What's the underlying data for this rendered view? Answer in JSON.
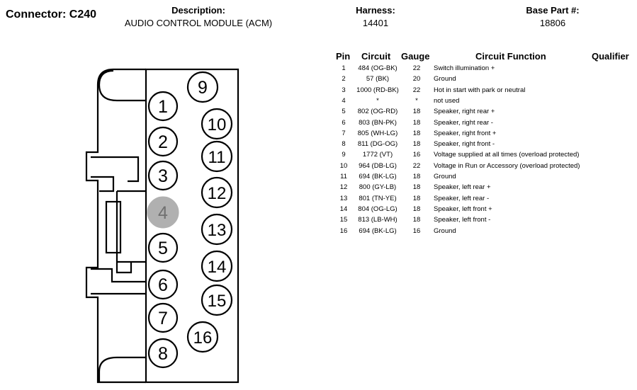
{
  "header": {
    "connector_label": "Connector: C240",
    "description_label": "Description:",
    "description_value": "AUDIO CONTROL MODULE (ACM)",
    "harness_label": "Harness:",
    "harness_value": "14401",
    "base_part_label": "Base Part #:",
    "base_part_value": "18806"
  },
  "table": {
    "columns": {
      "pin": "Pin",
      "circuit": "Circuit",
      "gauge": "Gauge",
      "function": "Circuit Function",
      "qualifier": "Qualifier"
    },
    "rows": [
      {
        "pin": "1",
        "circuit": "484 (OG-BK)",
        "gauge": "22",
        "function": "Switch illumination +"
      },
      {
        "pin": "2",
        "circuit": "57 (BK)",
        "gauge": "20",
        "function": "Ground"
      },
      {
        "pin": "3",
        "circuit": "1000 (RD-BK)",
        "gauge": "22",
        "function": "Hot in start with park or neutral"
      },
      {
        "pin": "4",
        "circuit": "*",
        "gauge": "*",
        "function": "not used"
      },
      {
        "pin": "5",
        "circuit": "802 (OG-RD)",
        "gauge": "18",
        "function": "Speaker, right rear +"
      },
      {
        "pin": "6",
        "circuit": "803 (BN-PK)",
        "gauge": "18",
        "function": "Speaker, right rear -"
      },
      {
        "pin": "7",
        "circuit": "805 (WH-LG)",
        "gauge": "18",
        "function": "Speaker, right front +"
      },
      {
        "pin": "8",
        "circuit": "811 (DG-OG)",
        "gauge": "18",
        "function": "Speaker, right front -"
      },
      {
        "pin": "9",
        "circuit": "1772 (VT)",
        "gauge": "16",
        "function": "Voltage supplied at all times (overload protected)"
      },
      {
        "pin": "10",
        "circuit": "964 (DB-LG)",
        "gauge": "22",
        "function": "Voltage in Run or Accessory (overload protected)"
      },
      {
        "pin": "11",
        "circuit": "694 (BK-LG)",
        "gauge": "18",
        "function": "Ground"
      },
      {
        "pin": "12",
        "circuit": "800 (GY-LB)",
        "gauge": "18",
        "function": "Speaker, left rear +"
      },
      {
        "pin": "13",
        "circuit": "801 (TN-YE)",
        "gauge": "18",
        "function": "Speaker, left rear -"
      },
      {
        "pin": "14",
        "circuit": "804 (OG-LG)",
        "gauge": "18",
        "function": "Speaker, left front +"
      },
      {
        "pin": "15",
        "circuit": "813 (LB-WH)",
        "gauge": "18",
        "function": "Speaker, left front -"
      },
      {
        "pin": "16",
        "circuit": "694 (BK-LG)",
        "gauge": "16",
        "function": "Ground"
      }
    ]
  },
  "connector": {
    "pins": [
      "1",
      "2",
      "3",
      "4",
      "5",
      "6",
      "7",
      "8",
      "9",
      "10",
      "11",
      "12",
      "13",
      "14",
      "15",
      "16"
    ],
    "unused_pin": "4",
    "unused_fill": "#b0b0b0",
    "unused_text_color": "#707070"
  }
}
